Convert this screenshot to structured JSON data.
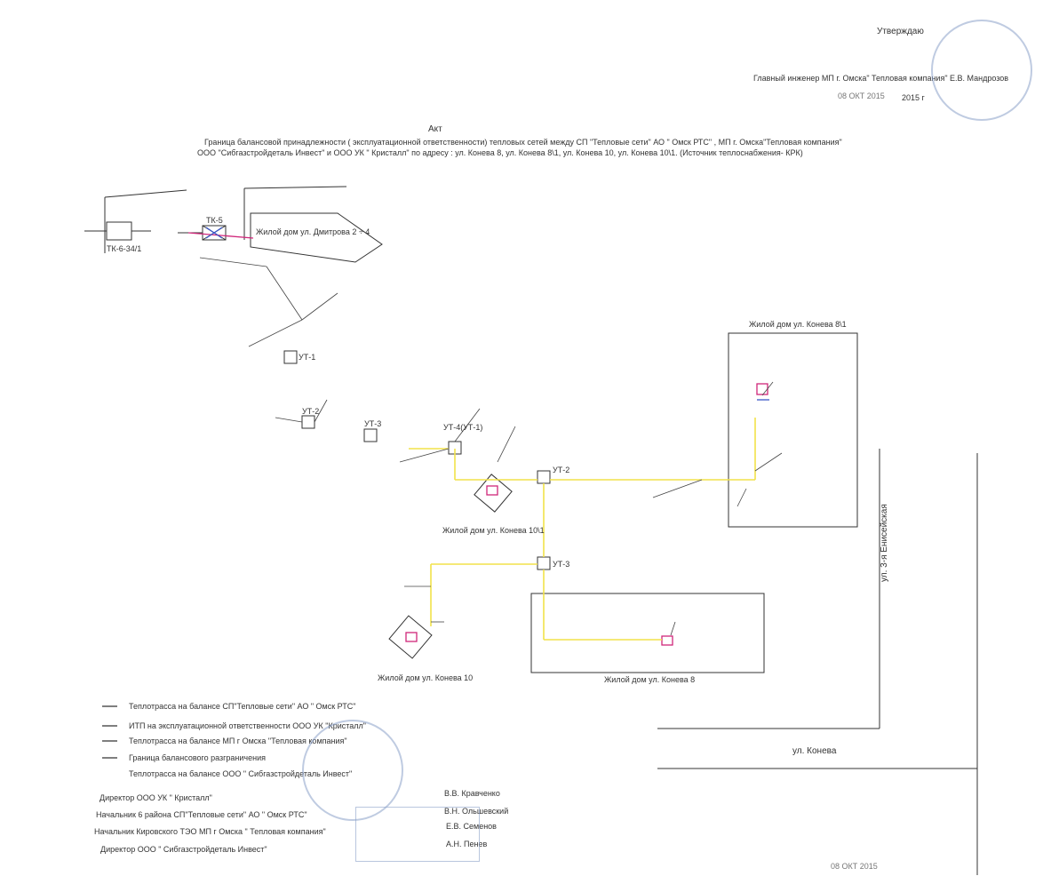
{
  "approval": {
    "title": "Утверждаю",
    "line": "Главный инженер МП г. Омска\" Тепловая компания\" Е.В. Мандрозов",
    "date_stamp": "08 ОКТ 2015",
    "year": "2015 г"
  },
  "doc": {
    "heading": "Акт",
    "subtitle1": "Граница балансовой принадлежности ( эксплуатационной ответственности) тепловых сетей между СП \"Тепловые сети\" АО \" Омск РТС\" , МП г. Омска\"Тепловая компания\"",
    "subtitle2": "ООО \"Сибгазстройдеталь Инвест\" и ООО УК \" Кристалл\" по адресу : ул. Конева 8, ул. Конева 8\\1, ул. Конева 10, ул. Конева 10\\1. (Источник теплоснабжения- КРК)"
  },
  "diagram": {
    "tk": "ТК-5",
    "tk_left": "ТК-6-34/1",
    "house_dimitrova": "Жилой дом ул. Дмитрова 2 ÷ 4",
    "house_8_1": "Жилой дом ул. Конева 8\\1",
    "house_10_1": "Жилой дом ул. Конева 10\\1",
    "house_10": "Жилой дом ул. Конева 10",
    "house_8": "Жилой дом ул. Конева 8",
    "ut": [
      "УТ-1",
      "УТ-2",
      "УТ-3",
      "УТ-4(УТ-1)",
      "УТ-2",
      "УТ-3"
    ],
    "street_enisey": "ул. 3-я Енисейская",
    "street_koneva": "ул. Конева"
  },
  "legend": [
    "Теплотрасса на балансе СП\"Тепловые сети\" АО \" Омск РТС\"",
    "ИТП на эксплуатационной ответственности ООО УК \"Кристалл\"",
    "Теплотрасса на балансе МП г Омска \"Тепловая компания\"",
    "Граница балансового разграничения",
    "Теплотрасса на балансе ООО \" Сибгазстройдеталь Инвест\""
  ],
  "signatures": [
    {
      "role": "Директор ООО УК \" Кристалл\"",
      "name": "В.В. Кравченко"
    },
    {
      "role": "Начальник 6 района СП\"Тепловые сети\" АО \" Омск РТС\"",
      "name": "В.Н. Ольшевский"
    },
    {
      "role": "Начальник Кировского ТЭО МП г Омска \" Тепловая компания\"",
      "name": "Е.В. Семенов"
    },
    {
      "role": "Директор ООО \" Сибгазстройдеталь Инвест\"",
      "name": "А.Н. Пенев"
    }
  ],
  "bottom_date": "08 ОКТ 2015",
  "colors": {
    "ink": "#333333",
    "pink": "#d0267a",
    "yellow": "#f2e24a",
    "blue": "#3b57c7",
    "stamp": "#8aa0c8"
  }
}
